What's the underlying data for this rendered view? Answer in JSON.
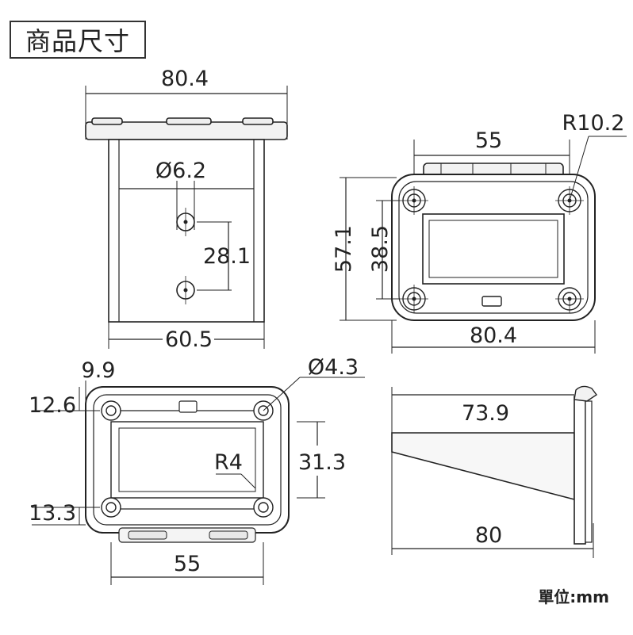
{
  "header": {
    "title": "商品尺寸"
  },
  "front_view": {
    "width_top": "80.4",
    "hole_diameter": "Ø6.2",
    "hole_spacing": "28.1",
    "width_bottom": "60.5"
  },
  "back_view": {
    "hole_spacing": "55",
    "corner_radius": "R10.2",
    "height_outer": "57.1",
    "height_inner": "38.5",
    "width": "80.4"
  },
  "inner_view": {
    "offset_x": "9.9",
    "offset_top": "12.6",
    "offset_bottom": "13.3",
    "hole_diameter": "Ø4.3",
    "corner_radius": "R4",
    "height": "31.3",
    "width_bottom": "55"
  },
  "side_view": {
    "depth_top": "73.9",
    "depth_bottom": "80"
  },
  "footer": {
    "unit": "單位:mm"
  }
}
